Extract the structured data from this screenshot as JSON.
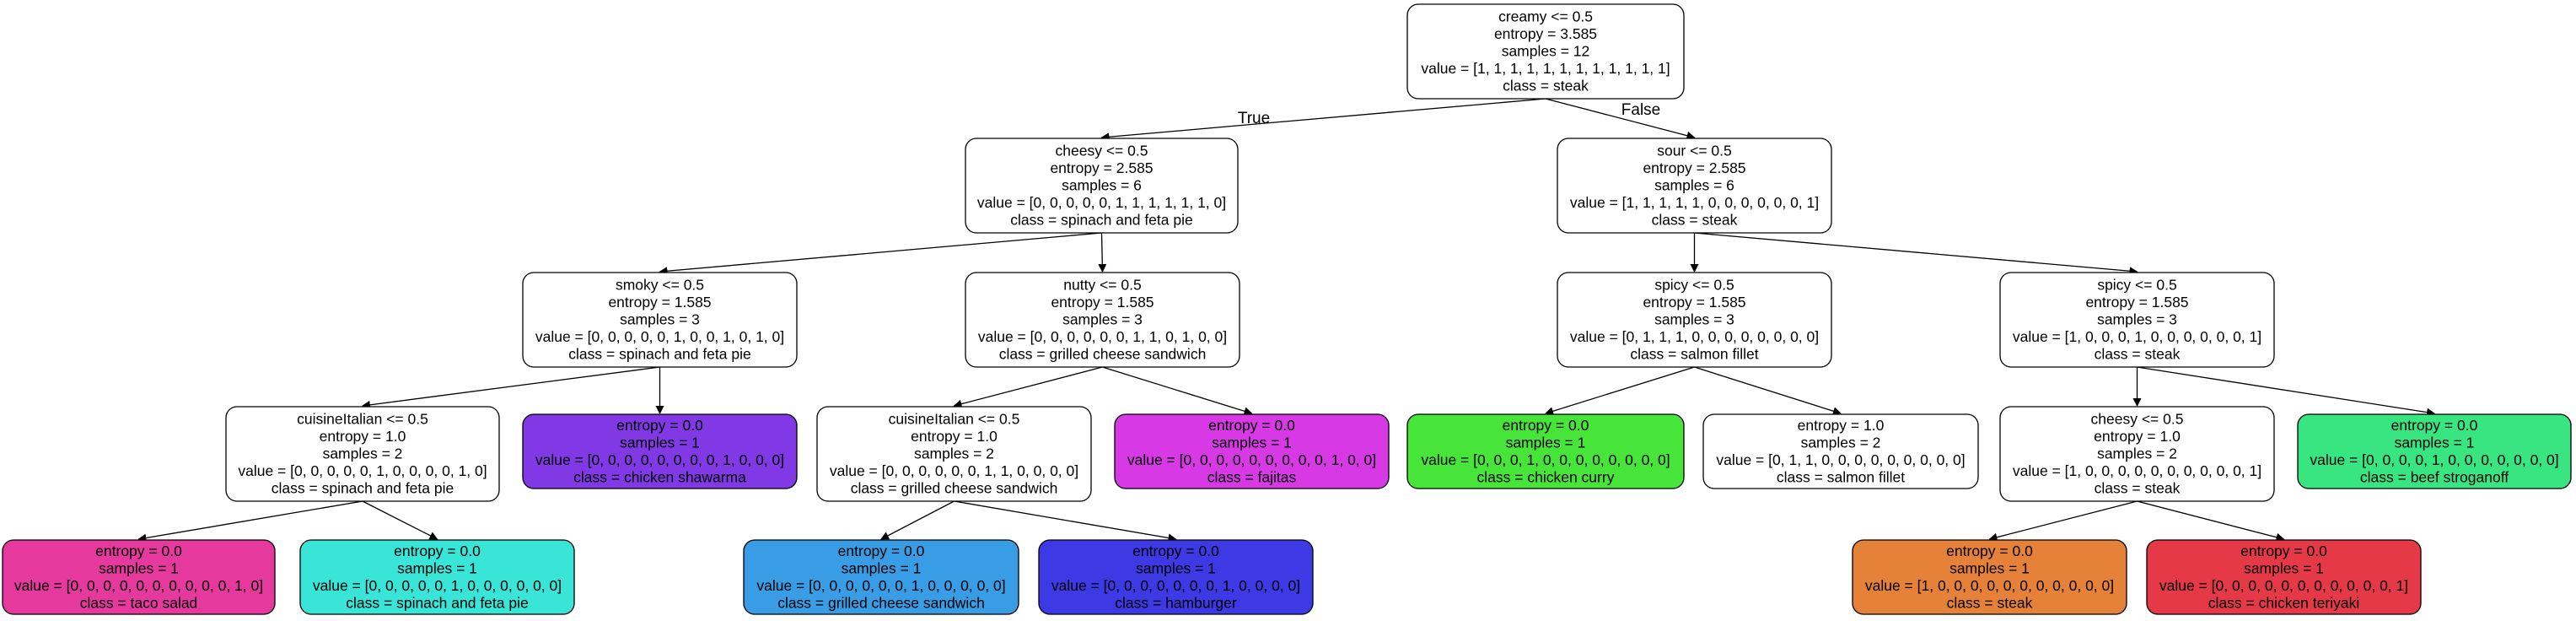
{
  "edge_labels": {
    "true": "True",
    "false": "False"
  },
  "nodes": [
    {
      "id": "root",
      "lines": [
        "creamy <= 0.5",
        "entropy = 3.585",
        "samples = 12",
        "value = [1, 1, 1, 1, 1, 1, 1, 1, 1, 1, 1, 1]",
        "class = steak"
      ],
      "fill": "#ffffff"
    },
    {
      "id": "n-cheesy",
      "lines": [
        "cheesy <= 0.5",
        "entropy = 2.585",
        "samples = 6",
        "value = [0, 0, 0, 0, 0, 1, 1, 1, 1, 1, 1, 0]",
        "class = spinach and feta pie"
      ],
      "fill": "#ffffff"
    },
    {
      "id": "n-sour",
      "lines": [
        "sour <= 0.5",
        "entropy = 2.585",
        "samples = 6",
        "value = [1, 1, 1, 1, 1, 0, 0, 0, 0, 0, 0, 1]",
        "class = steak"
      ],
      "fill": "#ffffff"
    },
    {
      "id": "n-smoky",
      "lines": [
        "smoky <= 0.5",
        "entropy = 1.585",
        "samples = 3",
        "value = [0, 0, 0, 0, 0, 1, 0, 0, 1, 0, 1, 0]",
        "class = spinach and feta pie"
      ],
      "fill": "#ffffff"
    },
    {
      "id": "n-nutty",
      "lines": [
        "nutty <= 0.5",
        "entropy = 1.585",
        "samples = 3",
        "value = [0, 0, 0, 0, 0, 0, 1, 1, 0, 1, 0, 0]",
        "class = grilled cheese sandwich"
      ],
      "fill": "#ffffff"
    },
    {
      "id": "n-spicy-a",
      "lines": [
        "spicy <= 0.5",
        "entropy = 1.585",
        "samples = 3",
        "value = [0, 1, 1, 1, 0, 0, 0, 0, 0, 0, 0, 0]",
        "class = salmon fillet"
      ],
      "fill": "#ffffff"
    },
    {
      "id": "n-spicy-b",
      "lines": [
        "spicy <= 0.5",
        "entropy = 1.585",
        "samples = 3",
        "value = [1, 0, 0, 0, 1, 0, 0, 0, 0, 0, 0, 1]",
        "class = steak"
      ],
      "fill": "#ffffff"
    },
    {
      "id": "n-cuisine-a",
      "lines": [
        "cuisineItalian <= 0.5",
        "entropy = 1.0",
        "samples = 2",
        "value = [0, 0, 0, 0, 0, 1, 0, 0, 0, 0, 1, 0]",
        "class = spinach and feta pie"
      ],
      "fill": "#ffffff"
    },
    {
      "id": "n-shawarma",
      "lines": [
        "entropy = 0.0",
        "samples = 1",
        "value = [0, 0, 0, 0, 0, 0, 0, 0, 1, 0, 0, 0]",
        "class = chicken shawarma"
      ],
      "fill": "#8139e5"
    },
    {
      "id": "n-cuisine-b",
      "lines": [
        "cuisineItalian <= 0.5",
        "entropy = 1.0",
        "samples = 2",
        "value = [0, 0, 0, 0, 0, 0, 1, 1, 0, 0, 0, 0]",
        "class = grilled cheese sandwich"
      ],
      "fill": "#ffffff"
    },
    {
      "id": "n-fajitas",
      "lines": [
        "entropy = 0.0",
        "samples = 1",
        "value = [0, 0, 0, 0, 0, 0, 0, 0, 0, 1, 0, 0]",
        "class = fajitas"
      ],
      "fill": "#d739e5"
    },
    {
      "id": "n-curry",
      "lines": [
        "entropy = 0.0",
        "samples = 1",
        "value = [0, 0, 0, 1, 0, 0, 0, 0, 0, 0, 0, 0]",
        "class = chicken curry"
      ],
      "fill": "#47e539"
    },
    {
      "id": "n-salmon",
      "lines": [
        "entropy = 1.0",
        "samples = 2",
        "value = [0, 1, 1, 0, 0, 0, 0, 0, 0, 0, 0, 0]",
        "class = salmon fillet"
      ],
      "fill": "#ffffff"
    },
    {
      "id": "n-cheesy-b",
      "lines": [
        "cheesy <= 0.5",
        "entropy = 1.0",
        "samples = 2",
        "value = [1, 0, 0, 0, 0, 0, 0, 0, 0, 0, 0, 1]",
        "class = steak"
      ],
      "fill": "#ffffff"
    },
    {
      "id": "n-stroganoff",
      "lines": [
        "entropy = 0.0",
        "samples = 1",
        "value = [0, 0, 0, 0, 1, 0, 0, 0, 0, 0, 0, 0]",
        "class = beef stroganoff"
      ],
      "fill": "#39e581"
    },
    {
      "id": "n-taco",
      "lines": [
        "entropy = 0.0",
        "samples = 1",
        "value = [0, 0, 0, 0, 0, 0, 0, 0, 0, 0, 1, 0]",
        "class = taco salad"
      ],
      "fill": "#e5399d"
    },
    {
      "id": "n-spinach",
      "lines": [
        "entropy = 0.0",
        "samples = 1",
        "value = [0, 0, 0, 0, 0, 1, 0, 0, 0, 0, 0, 0]",
        "class = spinach and feta pie"
      ],
      "fill": "#39e5d7"
    },
    {
      "id": "n-grilled",
      "lines": [
        "entropy = 0.0",
        "samples = 1",
        "value = [0, 0, 0, 0, 0, 0, 1, 0, 0, 0, 0, 0]",
        "class = grilled cheese sandwich"
      ],
      "fill": "#399de5"
    },
    {
      "id": "n-hamburger",
      "lines": [
        "entropy = 0.0",
        "samples = 1",
        "value = [0, 0, 0, 0, 0, 0, 0, 1, 0, 0, 0, 0]",
        "class = hamburger"
      ],
      "fill": "#3c39e5"
    },
    {
      "id": "n-steak",
      "lines": [
        "entropy = 0.0",
        "samples = 1",
        "value = [1, 0, 0, 0, 0, 0, 0, 0, 0, 0, 0, 0]",
        "class = steak"
      ],
      "fill": "#e58139"
    },
    {
      "id": "n-teriyaki",
      "lines": [
        "entropy = 0.0",
        "samples = 1",
        "value = [0, 0, 0, 0, 0, 0, 0, 0, 0, 0, 0, 1]",
        "class = chicken teriyaki"
      ],
      "fill": "#e53948"
    }
  ],
  "edges": [
    {
      "from": "root",
      "to": "n-cheesy",
      "label": "true"
    },
    {
      "from": "root",
      "to": "n-sour",
      "label": "false"
    },
    {
      "from": "n-cheesy",
      "to": "n-smoky"
    },
    {
      "from": "n-cheesy",
      "to": "n-nutty"
    },
    {
      "from": "n-sour",
      "to": "n-spicy-a"
    },
    {
      "from": "n-sour",
      "to": "n-spicy-b"
    },
    {
      "from": "n-smoky",
      "to": "n-cuisine-a"
    },
    {
      "from": "n-smoky",
      "to": "n-shawarma"
    },
    {
      "from": "n-nutty",
      "to": "n-cuisine-b"
    },
    {
      "from": "n-nutty",
      "to": "n-fajitas"
    },
    {
      "from": "n-spicy-a",
      "to": "n-curry"
    },
    {
      "from": "n-spicy-a",
      "to": "n-salmon"
    },
    {
      "from": "n-spicy-b",
      "to": "n-cheesy-b"
    },
    {
      "from": "n-spicy-b",
      "to": "n-stroganoff"
    },
    {
      "from": "n-cuisine-a",
      "to": "n-taco"
    },
    {
      "from": "n-cuisine-a",
      "to": "n-spinach"
    },
    {
      "from": "n-cuisine-b",
      "to": "n-grilled"
    },
    {
      "from": "n-cuisine-b",
      "to": "n-hamburger"
    },
    {
      "from": "n-cheesy-b",
      "to": "n-steak"
    },
    {
      "from": "n-cheesy-b",
      "to": "n-teriyaki"
    }
  ]
}
